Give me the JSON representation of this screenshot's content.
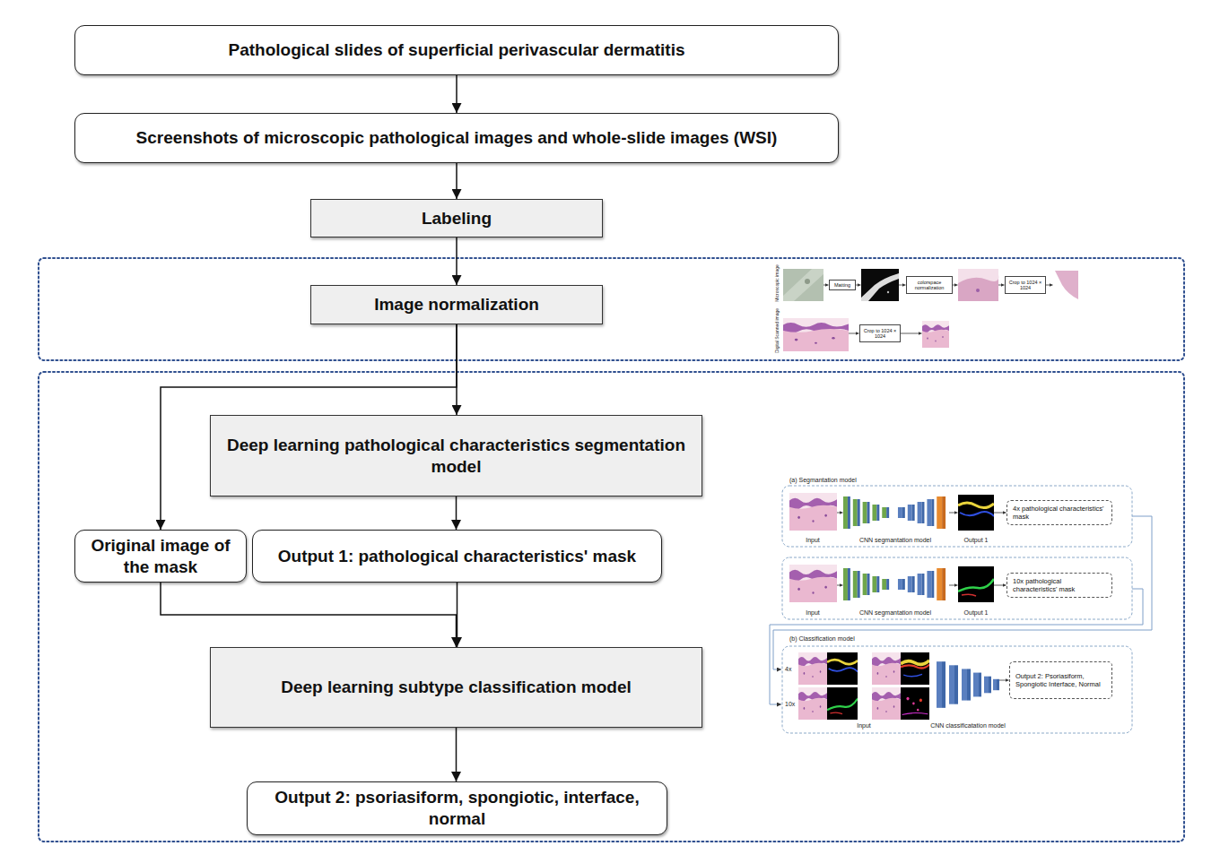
{
  "diagram": {
    "nodes": [
      {
        "text": [
          "Pathological slides of superficial perivascular dermatitis"
        ]
      },
      {
        "text": [
          "Screenshots of microscopic pathological images and whole-slide images (WSI)"
        ]
      },
      {
        "text": [
          "Labeling"
        ]
      },
      {
        "text": [
          "Image normalization"
        ]
      },
      {
        "text": [
          "Matting"
        ]
      },
      {
        "text": [
          "colorspace normalization"
        ]
      },
      {
        "text": [
          "Crop to 1024 × 1024"
        ]
      },
      {
        "text": [
          "Crop to 1024 × 1024"
        ]
      },
      {
        "text": [
          "Deep learning pathological characteristics segmentation model"
        ]
      },
      {
        "text": [
          "Original image of the mask"
        ]
      },
      {
        "text": [
          "Output 1: pathological characteristics' mask"
        ]
      },
      {
        "text": [
          "4x pathological characteristics' mask"
        ]
      },
      {
        "text": [
          "10x pathological characteristics' mask"
        ]
      },
      {
        "text": [
          "Output 2: Psoriasiform, Spongiotic Interface, Normal"
        ]
      },
      {
        "text": [
          "Deep learning subtype classification model"
        ]
      },
      {
        "text": [
          "Output 2: psoriasiform, spongiotic, interface, normal"
        ]
      }
    ],
    "edges": [
      {
        "from": 0,
        "to": 1,
        "arrow": "to"
      },
      {
        "from": 1,
        "to": 2,
        "arrow": "to"
      },
      {
        "from": 2,
        "to": 3,
        "arrow": "to"
      },
      {
        "from": 3,
        "to": 8,
        "arrow": "to"
      },
      {
        "from": 3,
        "to": 9,
        "arrow": "to"
      },
      {
        "from": 8,
        "to": 10,
        "arrow": "to"
      },
      {
        "from": 9,
        "to": 14,
        "arrow": "to"
      },
      {
        "from": 10,
        "to": 14,
        "arrow": "to"
      },
      {
        "from": 14,
        "to": 15,
        "arrow": "to"
      }
    ],
    "labels": [
      "Microscopic image",
      "Digital Scanned image",
      "(a) Segmantation model",
      "Input",
      "CNN segmantation model",
      "Output 1",
      "Input",
      "CNN segmantation model",
      "Output 1",
      "(b) Classification model",
      "4x",
      "10x",
      "Input",
      "CNN classificatation model"
    ]
  }
}
